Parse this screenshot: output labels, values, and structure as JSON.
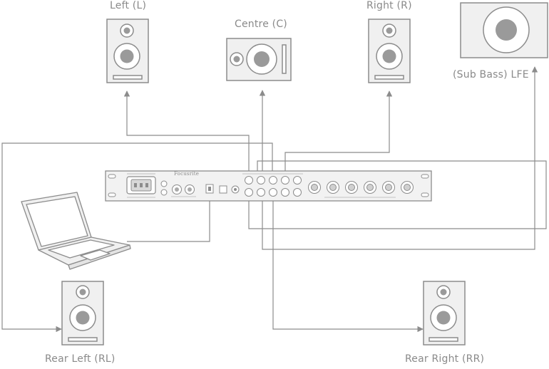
{
  "labels": {
    "left": "Left (L)",
    "centre": "Centre (C)",
    "right": "Right (R)",
    "lfe": "(Sub Bass) LFE",
    "rear_left": "Rear Left (RL)",
    "rear_right": "Rear Right (RR)"
  },
  "device": {
    "brand": "Focusrite"
  },
  "colors": {
    "line": "#8c8c8c",
    "speaker_stroke": "#8c8c8c",
    "speaker_fill": "#f0f0f0",
    "woofer": "#9a9a9a",
    "text": "#8a8a8a"
  },
  "icons": [
    "speaker-icon",
    "subwoofer-icon",
    "audio-interface-icon",
    "laptop-icon"
  ]
}
